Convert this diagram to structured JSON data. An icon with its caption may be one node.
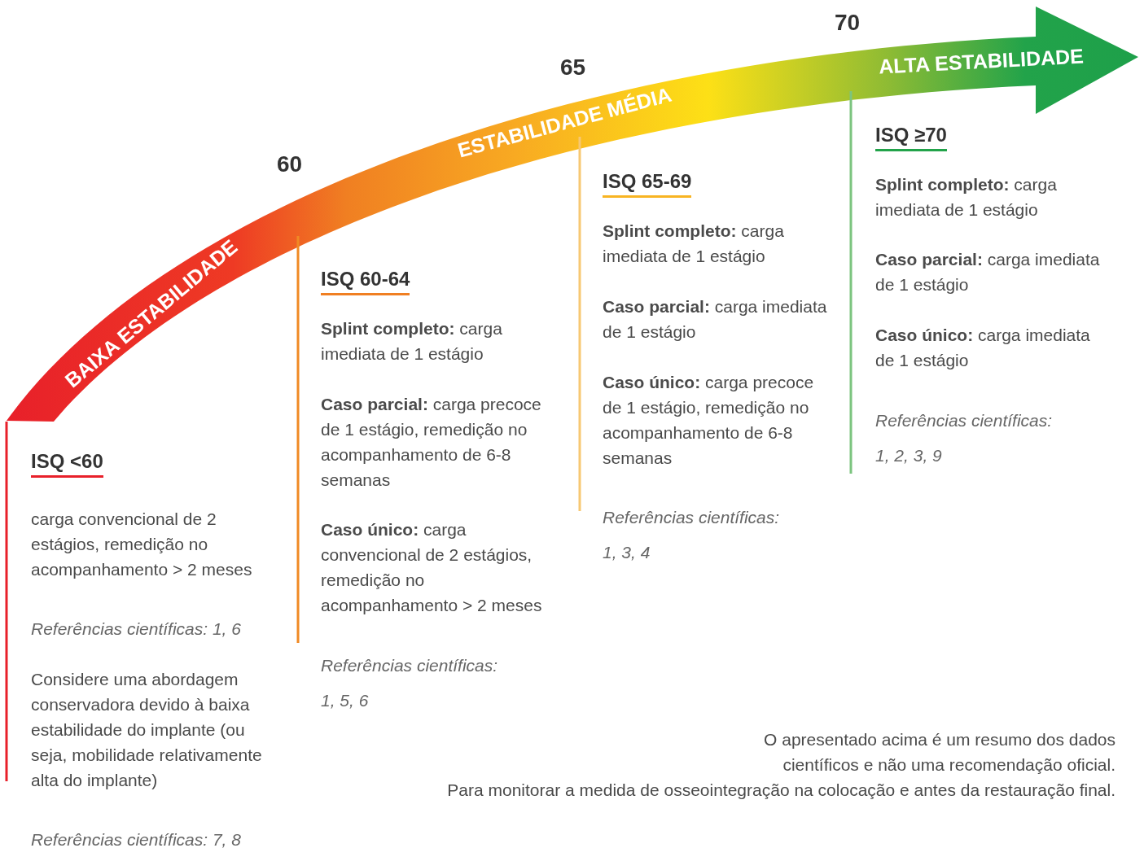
{
  "diagram": {
    "nodes": [
      {
        "text": [
          "BAIXA ESTABILIDADE",
          "ESTABILIDADE MÉDIA",
          "ALTA ESTABILIDADE"
        ]
      }
    ],
    "labels": [
      "60",
      "65",
      "70",
      "ISQ <60",
      "carga convencional de 2 estágios, remedição no acompanhamento > 2 meses",
      "Referências científicas: 1, 6",
      "Considere uma abordagem conservadora devido à baixa estabilidade do implante (ou seja, mobilidade relativamente alta do implante)",
      "Referências científicas: 7, 8",
      "ISQ 60-64",
      "**Splint completo:** carga imediata de 1 estágio",
      "**Caso parcial:** carga precoce de 1 estágio, remedição no acompanhamento de 6-8 semanas",
      "**Caso único:** carga convencional de 2 estágios, remedição no acompanhamento > 2 meses",
      "Referências científicas:",
      "1, 5, 6",
      "ISQ 65-69",
      "**Splint completo:** carga imediata de 1 estágio",
      "**Caso parcial:** carga imediata de 1 estágio",
      "**Caso único:** carga precoce de 1 estágio, remedição no acompanhamento de 6-8 semanas",
      "Referências científicas:",
      "1, 3, 4",
      "ISQ ≥70",
      "**Splint completo:** carga imediata de 1 estágio",
      "**Caso parcial:** carga imediata de 1 estágio",
      "**Caso único:** carga imediata de 1 estágio",
      "Referências científicas:",
      "1, 2, 3, 9",
      "O apresentado acima é um resumo dos dados científicos e não uma recomendação oficial.",
      "Para monitorar a medida de osseointegração na colocação e antes da restauração final."
    ]
  }
}
